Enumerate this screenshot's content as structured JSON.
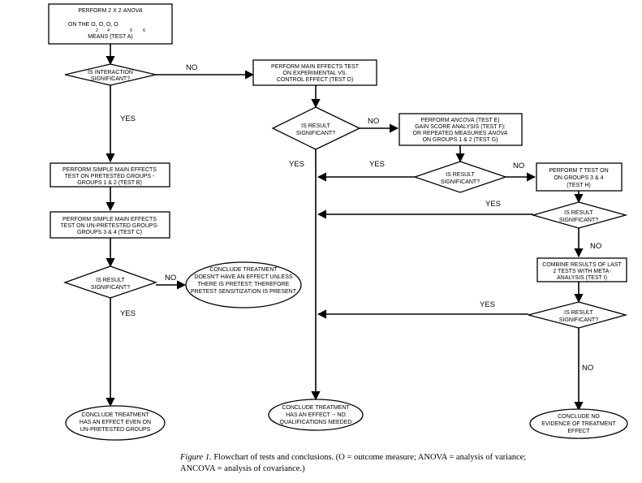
{
  "nodes": {
    "a": {
      "l1": "PERFORM 2 X 2",
      "l1i": "ANOVA",
      "l2a": "ON THE O",
      "l2b": ", O",
      "l2c": ", O",
      "l2d": ", O",
      "s1": "2",
      "s2": "4",
      "s3": "5",
      "s4": "6",
      "l3": "MEANS (TEST A)"
    },
    "d_inter": {
      "l1": "IS INTERACTION",
      "l2": "SIGNIFICANT?"
    },
    "d_test": {
      "l1": "PERFORM MAIN EFFECTS TEST",
      "l2": "ON EXPERIMENTAL VS.",
      "l3": "CONTROL EFFECT (TEST D)"
    },
    "d_res1": {
      "l1": "IS RESULT",
      "l2": "SIGNIFICANT?"
    },
    "efg": {
      "l1a": "PERFORM",
      "l1i": "ANCOVA",
      "l1b": "(TEST E)",
      "l2": "GAIN SCORE ANALYSIS (TEST F);",
      "l3a": "OR REPEATED MEASURES",
      "l3i": "ANOVA",
      "l4": "ON GROUPS 1 & 2 (TEST G)"
    },
    "d_res2": {
      "l1": "IS RESULT",
      "l2": "SIGNIFICANT?"
    },
    "h": {
      "l1a": "PERFORM",
      "l1i": "t",
      "l1b": "TEST ON",
      "l2": "ON GROUPS 3 & 4",
      "l3": "(TEST H)"
    },
    "d_res3": {
      "l1": "IS RESULT",
      "l2": "SIGNIFICANT?"
    },
    "i": {
      "l1": "COMBINE RESULTS OF LAST",
      "l2": "2 TESTS WITH META-",
      "l3": "ANALYSIS (TEST I)"
    },
    "d_res4": {
      "l1": "IS RESULT",
      "l2": "SIGNIFICANT?"
    },
    "b": {
      "l1": "PERFORM SIMPLE MAIN EFFECTS",
      "l2": "TEST ON PRETESTED GROUPS -",
      "l3": "GROUPS 1 & 2 (TEST B)"
    },
    "c": {
      "l1": "PERFORM SIMPLE MAIN EFFECTS",
      "l2": "TEST ON UN-PRETESTED GROUPS-",
      "l3": "GROUPS 3 & 4 (TEST C)"
    },
    "d_res5": {
      "l1": "IS RESULT",
      "l2": "SIGNIFICANT?"
    },
    "o_noeff": {
      "l1": "CONCLUDE TREATMENT",
      "l2": "DOESN'T HAVE AN EFFECT UNLESS",
      "l3": "THERE IS PRETEST; THEREFORE",
      "l4": "PRETEST SENSITIZATION IS PRESENT"
    },
    "o_left": {
      "l1": "CONCLUDE TREATMENT",
      "l2": "HAS AN EFFECT EVEN ON",
      "l3": "UN-PRETESTED GROUPS"
    },
    "o_mid": {
      "l1": "CONCLUDE TREATMENT",
      "l2": "HAS AN EFFECT -- NO",
      "l3": "QUALIFICATIONS NEEDED"
    },
    "o_right": {
      "l1": "CONCLUDE NO",
      "l2": "EVIDENCE OF TREATMENT",
      "l3": "EFFECT"
    }
  },
  "edges": {
    "yes": "YES",
    "no": "NO"
  },
  "caption": {
    "figure": "Figure 1.",
    "text": "Flowchart of tests and conclusions. (O = outcome measure; ANOVA = analysis of variance; ANCOVA = analysis of covariance.)"
  }
}
